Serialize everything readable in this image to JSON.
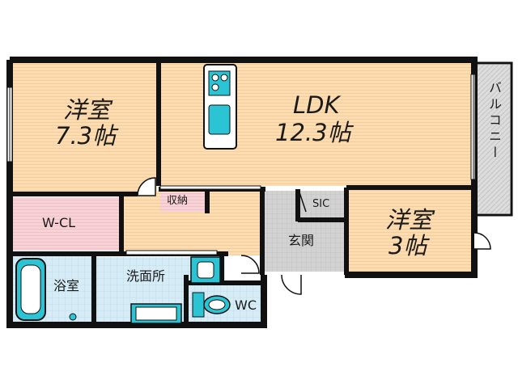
{
  "rooms": {
    "western1": {
      "name": "洋室",
      "size": "7.3帖"
    },
    "ldk": {
      "name": "LDK",
      "size": "12.3帖"
    },
    "western2": {
      "name": "洋室",
      "size": "3帖"
    },
    "wcl": {
      "name": "W-CL"
    },
    "storage": {
      "name": "収納"
    },
    "sic": {
      "name": "SIC"
    },
    "entrance": {
      "name": "玄関"
    },
    "bath": {
      "name": "浴室"
    },
    "washroom": {
      "name": "洗面所"
    },
    "wc": {
      "name": "WC"
    },
    "balcony": {
      "name": "バルコニー"
    }
  },
  "colors": {
    "wood_floor": "#fcdcb0",
    "wcl_floor": "#f7d2d6",
    "wet_floor": "#d6ecf6",
    "entrance_floor": "#d2d2d2",
    "sic_floor": "#f7d2d6",
    "balcony_floor": "#d8d8d8",
    "wall": "#111111",
    "fixture": "#2ac4d4"
  }
}
